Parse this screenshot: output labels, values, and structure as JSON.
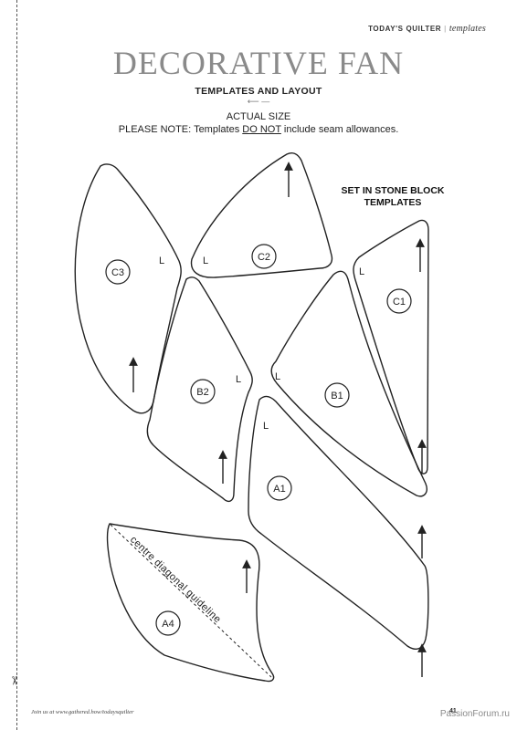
{
  "masthead": {
    "brand": "TODAY'S QUILTER",
    "separator": "|",
    "section": "templates"
  },
  "title": "DECORATIVE FAN",
  "subtitle": "TEMPLATES AND LAYOUT",
  "ornament": "⟵ —",
  "actual_size": "ACTUAL SIZE",
  "note": {
    "prefix": "PLEASE NOTE: Templates ",
    "emphasis": "DO NOT",
    "suffix": " include seam allowances."
  },
  "block_label": {
    "line1": "SET IN STONE BLOCK",
    "line2": "TEMPLATES"
  },
  "pieces": {
    "c3": "C3",
    "c2": "C2",
    "c1": "C1",
    "b2": "B2",
    "b1": "B1",
    "a1": "A1",
    "a4": "A4"
  },
  "corner_mark": "L",
  "guideline": "centre diagonal guideline",
  "footer": {
    "left": "Join us at www.gathered.how/todaysquilter",
    "page": "41",
    "watermark": "PassionForum.ru"
  },
  "colors": {
    "outline": "#222222",
    "title": "#8a8a8a"
  }
}
